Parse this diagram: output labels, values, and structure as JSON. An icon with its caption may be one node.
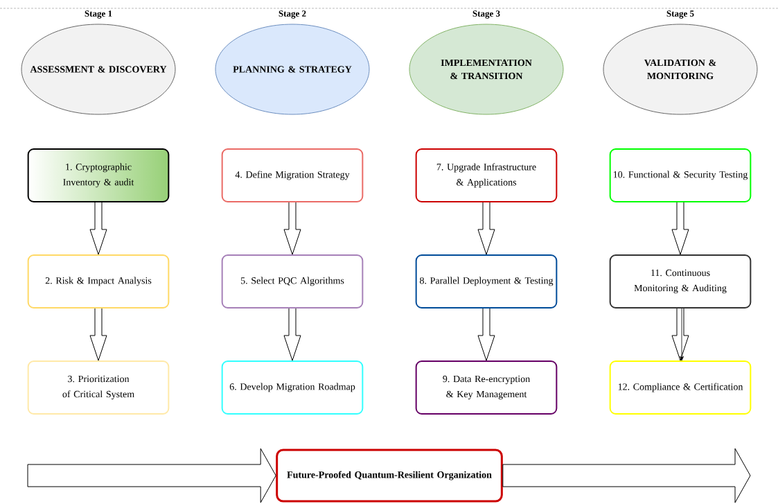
{
  "diagram": {
    "nodes": [
      {
        "text": [
          "Stage 1",
          "ASSESSMENT & DISCOVERY"
        ]
      },
      {
        "text": [
          "Stage 2",
          "PLANNING & STRATEGY"
        ]
      },
      {
        "text": [
          "Stage 3",
          "IMPLEMENTATION & TRANSITION"
        ]
      },
      {
        "text": [
          "Stage 5",
          "VALIDATION & MONITORING"
        ]
      },
      {
        "text": [
          "1. Cryptographic Inventory & audit"
        ]
      },
      {
        "text": [
          "2. Risk & Impact Analysis"
        ]
      },
      {
        "text": [
          "3. Prioritization of Critical System"
        ]
      },
      {
        "text": [
          "4. Define Migration Strategy"
        ]
      },
      {
        "text": [
          "5. Select PQC Algorithms"
        ]
      },
      {
        "text": [
          "6. Develop Migration Roadmap"
        ]
      },
      {
        "text": [
          "7. Upgrade Infrastructure & Applications"
        ]
      },
      {
        "text": [
          "8. Parallel Deployment & Testing"
        ]
      },
      {
        "text": [
          "9. Data Re-encryption & Key Management"
        ]
      },
      {
        "text": [
          "10. Functional & Security Testing"
        ]
      },
      {
        "text": [
          "11. Continuous Monitoring & Auditing"
        ]
      },
      {
        "text": [
          "12. Compliance & Certification"
        ]
      },
      {
        "text": [
          "Future-Proofed Quantum-Resilient Organization"
        ]
      }
    ],
    "edges": [
      {
        "from": 4,
        "to": 5,
        "arrow": "to",
        "style": "thick"
      },
      {
        "from": 5,
        "to": 6,
        "arrow": "to",
        "style": "thick"
      },
      {
        "from": 7,
        "to": 8,
        "arrow": "to",
        "style": "thick"
      },
      {
        "from": 8,
        "to": 9,
        "arrow": "to",
        "style": "thick"
      },
      {
        "from": 10,
        "to": 11,
        "arrow": "to",
        "style": "thick"
      },
      {
        "from": 11,
        "to": 12,
        "arrow": "to",
        "style": "thick"
      },
      {
        "from": 13,
        "to": 14,
        "arrow": "to",
        "style": "thick"
      },
      {
        "from": 14,
        "to": 15,
        "arrow": "to",
        "style": "thick"
      },
      {
        "from": 14,
        "to": 15,
        "arrow": "to"
      },
      {
        "from": null,
        "to": 16,
        "arrow": "to",
        "style": "thick"
      },
      {
        "from": 16,
        "to": null,
        "arrow": "to",
        "style": "thick"
      }
    ]
  }
}
